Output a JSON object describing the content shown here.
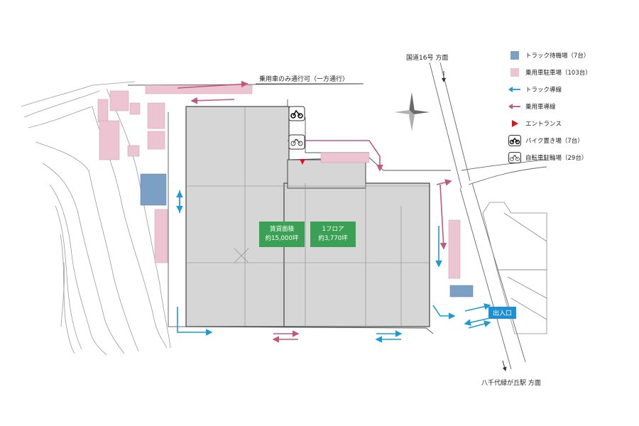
{
  "labels": {
    "route16": "国道16号  方面",
    "oneway": "乗用車のみ通行可（一方通行）",
    "station": "八千代緑が丘駅  方面",
    "exit": "出入口"
  },
  "building": {
    "area_label": "賃貸面積",
    "area_value": "約15,000坪",
    "floor_label": "1フロア",
    "floor_value": "約3,770坪"
  },
  "legend": [
    {
      "key": "truck-wait",
      "text": "トラック待機場（7台）"
    },
    {
      "key": "car-park",
      "text": "乗用車駐車場（103台）"
    },
    {
      "key": "truck-route",
      "text": "トラック導線"
    },
    {
      "key": "car-route",
      "text": "乗用車導線"
    },
    {
      "key": "entrance",
      "text": "エントランス"
    },
    {
      "key": "bike-park",
      "text": "バイク置き場（7台）"
    },
    {
      "key": "bicycle-park",
      "text": "自転車駐輪場（29台）"
    }
  ],
  "colors": {
    "truck_wait": "#7c9fc4",
    "car_park": "#ecc4d2",
    "truck_route": "#1e9ad6",
    "car_route": "#c0587a",
    "entrance": "#e0101a",
    "building_fill": "#d6d6d6",
    "badge": "#3aa154"
  }
}
